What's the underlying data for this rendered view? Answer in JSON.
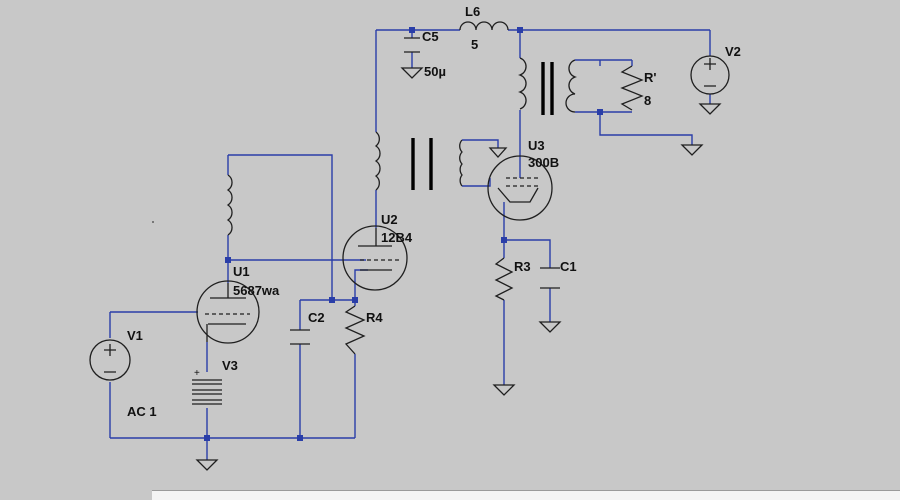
{
  "labels": {
    "c5": "C5",
    "c5_val": "50µ",
    "l6": "L6",
    "l6_val": "5",
    "v2": "V2",
    "r_load": "R'",
    "r_load_val": "8",
    "u3": "U3",
    "u3_val": "300B",
    "u2": "U2",
    "u2_val": "12B4",
    "u1": "U1",
    "u1_val": "5687wa",
    "r3": "R3",
    "c1": "C1",
    "c2": "C2",
    "r4": "R4",
    "v1": "V1",
    "v3": "V3",
    "ac": "AC 1",
    "plus": "+"
  },
  "colors": {
    "wire": "#2a3ea8",
    "component": "#1f1f1f",
    "background": "#c8c8c8"
  }
}
